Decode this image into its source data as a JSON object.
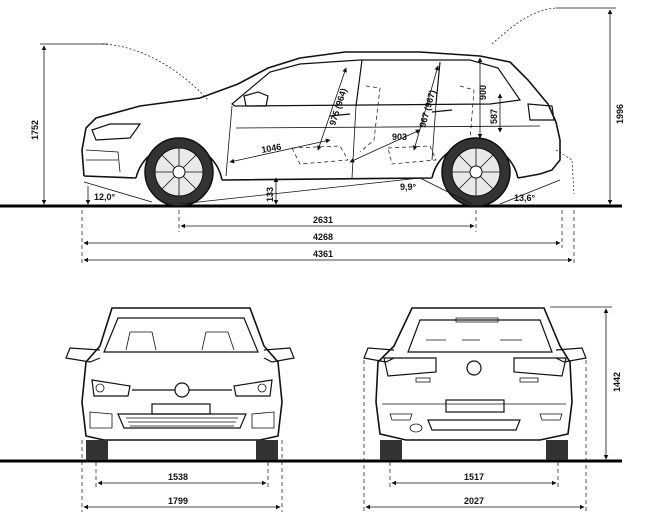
{
  "side_view": {
    "overall_height": "1752",
    "height_with_open_tailgate": "1996",
    "front_headroom": "975 (964)",
    "rear_headroom": "967 (967)",
    "rear_cargo_height": "900",
    "rear_sill_height": "587",
    "front_legroom": "1046",
    "rear_legroom": "903",
    "ground_clearance": "133",
    "approach_angle": "12,0°",
    "ramp_angle": "9,9°",
    "departure_angle": "13,6°",
    "wheelbase": "2631",
    "length_body": "4268",
    "length_overall": "4361"
  },
  "front_view": {
    "track_front": "1538",
    "width_front": "1799"
  },
  "rear_view": {
    "height": "1442",
    "track_rear": "1517",
    "width_with_mirrors": "2027"
  }
}
